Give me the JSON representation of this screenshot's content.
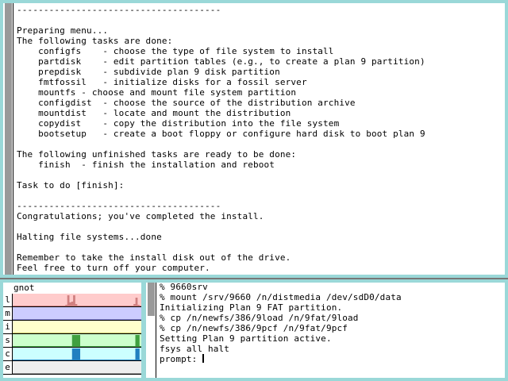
{
  "installer": {
    "lines": [
      "--------------------------------------",
      "",
      "Preparing menu...",
      "The following tasks are done:",
      "    configfs    - choose the type of file system to install",
      "    partdisk    - edit partition tables (e.g., to create a plan 9 partition)",
      "    prepdisk    - subdivide plan 9 disk partition",
      "    fmtfossil   - initialize disks for a fossil server",
      "    mountfs - choose and mount file system partition",
      "    configdist  - choose the source of the distribution archive",
      "    mountdist   - locate and mount the distribution",
      "    copydist    - copy the distribution into the file system",
      "    bootsetup   - create a boot floppy or configure hard disk to boot plan 9",
      "",
      "The following unfinished tasks are ready to be done:",
      "    finish  - finish the installation and reboot",
      "",
      "Task to do [finish]:",
      "",
      "--------------------------------------",
      "Congratulations; you've completed the install.",
      "",
      "Halting file systems...done",
      "",
      "Remember to take the install disk out of the drive.",
      "Feel free to turn off your computer."
    ]
  },
  "stats": {
    "title": "gnot",
    "rows": [
      {
        "label": "l",
        "color": "#ffcccc",
        "line": "#d08080",
        "points": [
          0,
          0,
          0,
          0,
          0,
          0,
          0,
          0,
          0,
          0,
          0,
          0,
          0,
          0,
          0,
          0,
          0,
          0,
          0,
          0,
          0,
          0,
          0,
          0,
          0,
          0,
          0,
          0.1,
          0.85,
          0.3,
          0.4,
          0.9,
          0.2,
          0,
          0,
          0,
          0,
          0,
          0,
          0,
          0,
          0,
          0,
          0,
          0,
          0,
          0,
          0,
          0,
          0,
          0,
          0,
          0,
          0,
          0,
          0,
          0,
          0,
          0,
          0,
          0,
          0,
          0.2,
          0.7,
          0.1,
          0
        ]
      },
      {
        "label": "m",
        "color": "#ccccff",
        "line": "#8080d0",
        "points": [
          0.05,
          0.05,
          0.05,
          0.05,
          0.05,
          0.05,
          0.05,
          0.05,
          0.05,
          0.05,
          0.05,
          0.05,
          0.05,
          0.05,
          0.05,
          0.05,
          0.05,
          0.05,
          0.05,
          0.05,
          0.05,
          0.05,
          0.05,
          0.05,
          0.05,
          0.05,
          0.05,
          0.05,
          0.05,
          0.05,
          0.05,
          0.05,
          0.05,
          0.05,
          0.05,
          0.05,
          0.05,
          0.05,
          0.05,
          0.05,
          0.05,
          0.05,
          0.05,
          0.05,
          0.05,
          0.05,
          0.05,
          0.05,
          0.05,
          0.05,
          0.05,
          0.05,
          0.05,
          0.05,
          0.05,
          0.05,
          0.05,
          0.05,
          0.05,
          0.05,
          0.05,
          0.05,
          0.05,
          0.05,
          0.05
        ]
      },
      {
        "label": "i",
        "color": "#ffffcc",
        "line": "#c0c060",
        "points": [
          0.05,
          0.05,
          0.05,
          0.05,
          0.05,
          0.05,
          0.05,
          0.05,
          0.05,
          0.05,
          0.05,
          0.05,
          0.05,
          0.05,
          0.05,
          0.05,
          0.05,
          0.05,
          0.05,
          0.05,
          0.05,
          0.05,
          0.05,
          0.05,
          0.05,
          0.05,
          0.05,
          0.05,
          0.05,
          0.05,
          0.05,
          0.05,
          0.05,
          0.05,
          0.05,
          0.05,
          0.05,
          0.05,
          0.05,
          0.05,
          0.05,
          0.05,
          0.05,
          0.05,
          0.05,
          0.05,
          0.05,
          0.05,
          0.05,
          0.05,
          0.05,
          0.05,
          0.05,
          0.05,
          0.05,
          0.05,
          0.05,
          0.05,
          0.05,
          0.05,
          0.05,
          0.05,
          0.05,
          0.05,
          0.05
        ]
      },
      {
        "label": "s",
        "color": "#ccffcc",
        "line": "#40a040",
        "points": [
          0.05,
          0.05,
          0.05,
          0.05,
          0.05,
          0.05,
          0.05,
          0.05,
          0.05,
          0.05,
          0.05,
          0.05,
          0.05,
          0.05,
          0.05,
          0.05,
          0.05,
          0.05,
          0.05,
          0.05,
          0.05,
          0.05,
          0.05,
          0.05,
          0.05,
          0.05,
          0.05,
          0.05,
          0.05,
          0.05,
          0.95,
          0.95,
          0.95,
          0.95,
          0.05,
          0.05,
          0.05,
          0.05,
          0.05,
          0.05,
          0.05,
          0.05,
          0.05,
          0.05,
          0.05,
          0.05,
          0.05,
          0.05,
          0.05,
          0.05,
          0.05,
          0.05,
          0.05,
          0.05,
          0.05,
          0.05,
          0.05,
          0.05,
          0.05,
          0.05,
          0.05,
          0.05,
          0.95,
          0.95,
          0.05
        ]
      },
      {
        "label": "c",
        "color": "#ccffff",
        "line": "#2080c0",
        "points": [
          0.05,
          0.05,
          0.05,
          0.05,
          0.05,
          0.05,
          0.05,
          0.05,
          0.05,
          0.05,
          0.05,
          0.05,
          0.05,
          0.05,
          0.05,
          0.05,
          0.05,
          0.05,
          0.05,
          0.05,
          0.05,
          0.05,
          0.05,
          0.05,
          0.05,
          0.05,
          0.05,
          0.05,
          0.05,
          0.05,
          0.95,
          0.95,
          0.95,
          0.95,
          0.05,
          0.05,
          0.05,
          0.05,
          0.05,
          0.05,
          0.05,
          0.05,
          0.05,
          0.05,
          0.05,
          0.05,
          0.05,
          0.05,
          0.05,
          0.05,
          0.05,
          0.05,
          0.05,
          0.05,
          0.05,
          0.05,
          0.05,
          0.05,
          0.05,
          0.05,
          0.05,
          0.05,
          0.95,
          0.95,
          0.05
        ]
      },
      {
        "label": "e",
        "color": "#eeeeee",
        "line": "#999999",
        "points": [
          0,
          0,
          0,
          0,
          0,
          0,
          0,
          0,
          0,
          0,
          0,
          0,
          0,
          0,
          0,
          0,
          0,
          0,
          0,
          0,
          0,
          0,
          0,
          0,
          0,
          0,
          0,
          0,
          0,
          0,
          0,
          0,
          0,
          0,
          0,
          0,
          0.08,
          0,
          0,
          0,
          0,
          0,
          0,
          0,
          0,
          0,
          0,
          0,
          0,
          0,
          0,
          0,
          0,
          0,
          0,
          0,
          0,
          0,
          0,
          0,
          0,
          0,
          0,
          0,
          0
        ]
      }
    ]
  },
  "shell": {
    "lines": [
      "% 9660srv",
      "% mount /srv/9660 /n/distmedia /dev/sdD0/data",
      "Initializing Plan 9 FAT partition.",
      "% cp /n/newfs/386/9load /n/9fat/9load",
      "% cp /n/newfs/386/9pcf /n/9fat/9pcf",
      "Setting Plan 9 partition active.",
      "fsys all halt"
    ],
    "prompt": "prompt: "
  }
}
